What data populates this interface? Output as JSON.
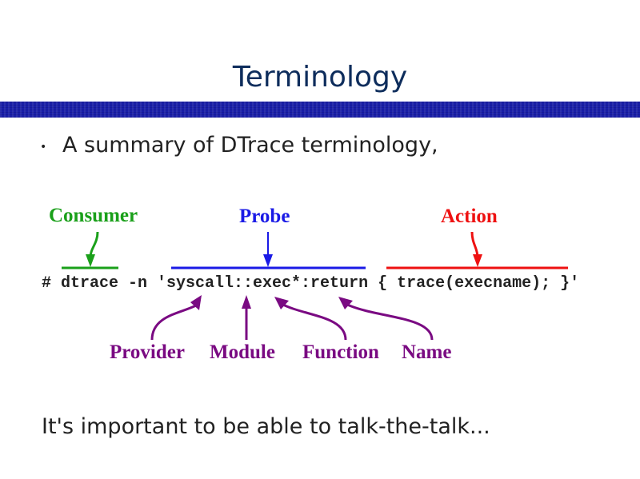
{
  "title": "Terminology",
  "bullet": "A summary of DTrace terminology,",
  "diagram": {
    "command": "# dtrace -n 'syscall::exec*:return { trace(execname); }'",
    "top_labels": {
      "consumer": "Consumer",
      "probe": "Probe",
      "action": "Action"
    },
    "bottom_labels": {
      "provider": "Provider",
      "module": "Module",
      "function": "Function",
      "name": "Name"
    },
    "colors": {
      "consumer": "#1aa01a",
      "probe": "#1a1ae6",
      "action": "#ee1111",
      "parts": "#7a0a82"
    }
  },
  "footer": "It's important to be able to talk-the-talk..."
}
